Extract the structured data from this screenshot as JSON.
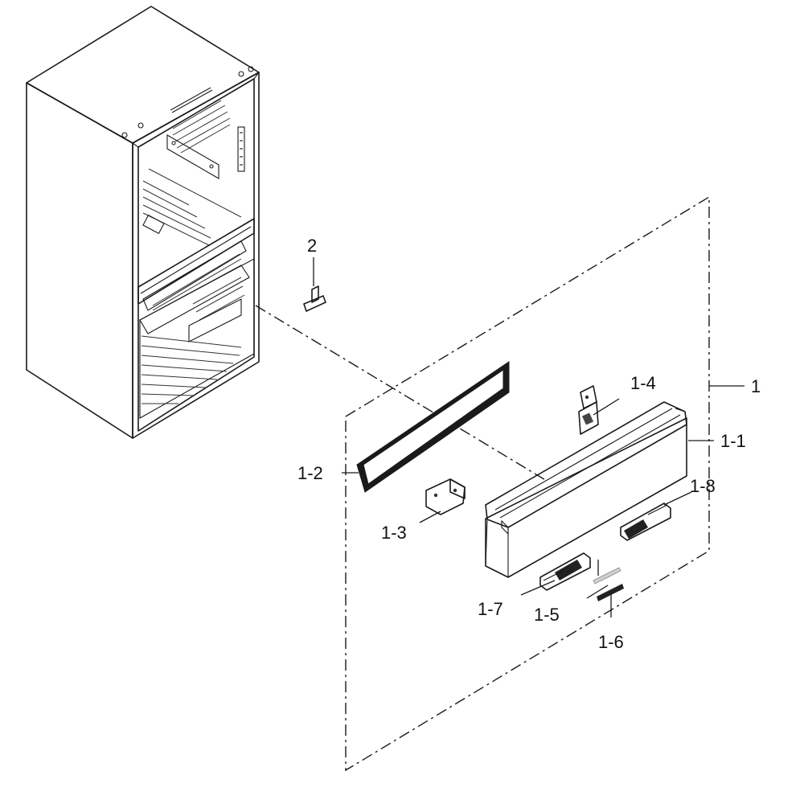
{
  "labels": {
    "p1": "1",
    "p1_1": "1-1",
    "p1_2": "1-2",
    "p1_3": "1-3",
    "p1_4": "1-4",
    "p1_5": "1-5",
    "p1_6": "1-6",
    "p1_7": "1-7",
    "p1_8": "1-8",
    "p2": "2"
  },
  "colors": {
    "line": "#1a1a1a",
    "background": "#ffffff"
  }
}
